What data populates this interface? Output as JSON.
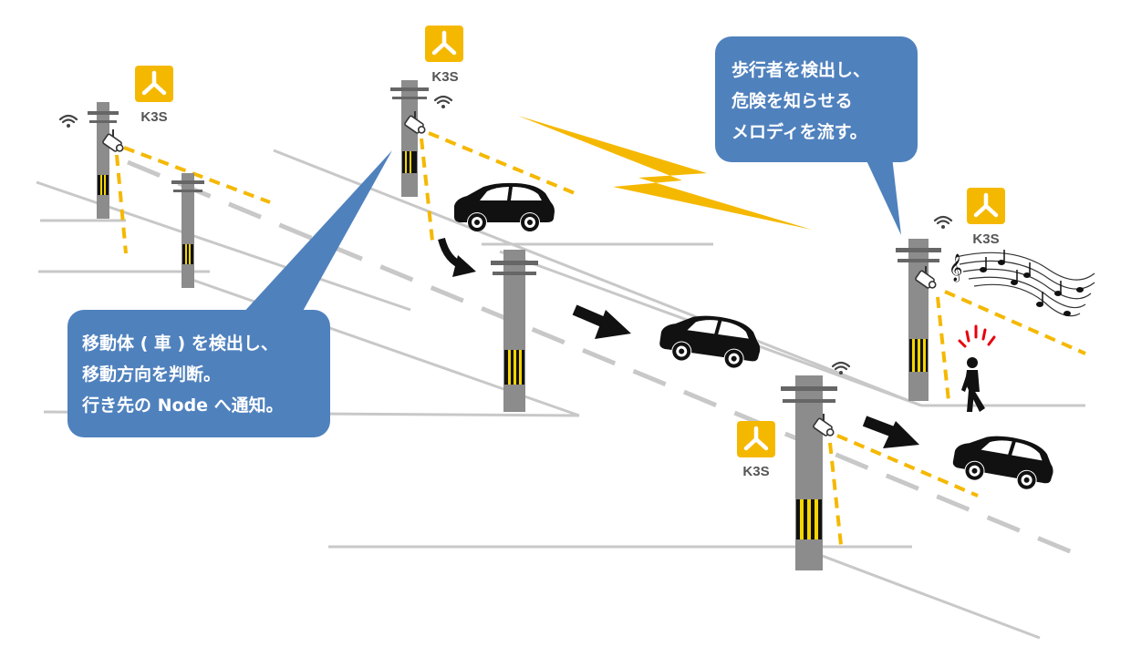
{
  "k3s_label": "K3S",
  "callouts": {
    "left": {
      "lines": [
        "移動体 ( 車 ) を検出し、",
        "移動方向を判断。",
        "行き先の Node へ通知。"
      ]
    },
    "right": {
      "lines": [
        "歩行者を検出し、",
        "危険を知らせる",
        "メロディを流す。"
      ]
    }
  },
  "colors": {
    "callout_bg": "#4f81bd",
    "accent_yellow": "#f5b800",
    "road_gray": "#c8c8c8",
    "pole_gray": "#8c8c8c",
    "alert_red": "#e8000b"
  },
  "icons": [
    "k3s-logo-icon",
    "wifi-icon",
    "camera-icon",
    "car-icon",
    "arrow-icon",
    "lightning-icon",
    "music-notes-icon",
    "pedestrian-icon",
    "alert-icon"
  ]
}
